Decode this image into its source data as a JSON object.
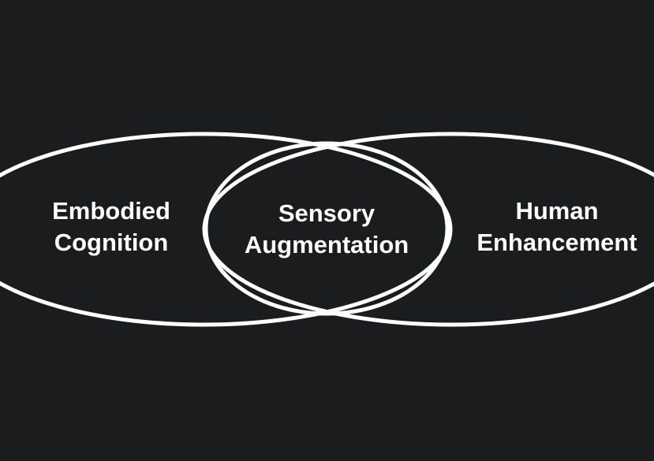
{
  "diagram": {
    "colors": {
      "background": "#1a1c1d",
      "stroke": "#ffffff",
      "text": "#ffffff"
    },
    "sets": [
      {
        "id": "left",
        "lines": [
          "Embodied",
          "Cognition"
        ]
      },
      {
        "id": "right",
        "lines": [
          "Human",
          "Enhancement"
        ]
      }
    ],
    "intersection": {
      "lines": [
        "Sensory",
        "Augmentation"
      ]
    }
  }
}
